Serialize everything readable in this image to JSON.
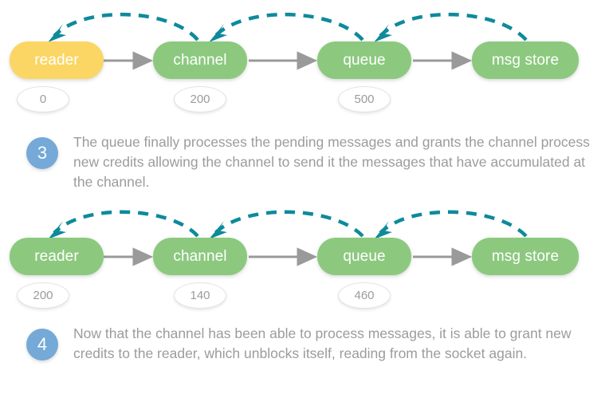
{
  "diagram": {
    "rows": [
      {
        "name": "state-after-step-2",
        "nodes": [
          {
            "label": "reader",
            "color": "#fbd664",
            "state": "blocked"
          },
          {
            "label": "channel",
            "color": "#8cc97f",
            "state": "active"
          },
          {
            "label": "queue",
            "color": "#8cc97f",
            "state": "active"
          },
          {
            "label": "msg store",
            "color": "#8cc97f",
            "state": "active"
          }
        ],
        "credits": [
          "0",
          "200",
          "500"
        ]
      },
      {
        "name": "state-after-step-3",
        "nodes": [
          {
            "label": "reader",
            "color": "#8cc97f",
            "state": "active"
          },
          {
            "label": "channel",
            "color": "#8cc97f",
            "state": "active"
          },
          {
            "label": "queue",
            "color": "#8cc97f",
            "state": "active"
          },
          {
            "label": "msg store",
            "color": "#8cc97f",
            "state": "active"
          }
        ],
        "credits": [
          "200",
          "140",
          "460"
        ]
      }
    ],
    "flow_arrow_color": "#9a9a9a",
    "credit_arrow_color": "#0e8a9b",
    "flow_arrow_name": "message-flow-arrow",
    "credit_arrow_name": "credit-grant-arrow"
  },
  "steps": [
    {
      "number": "3",
      "text": "The queue finally processes the pending messages and grants the channel process new credits allowing the channel to send it the messages that have accumulated at the channel.",
      "badge_color": "#74a9d8"
    },
    {
      "number": "4",
      "text": "Now that the channel has been able to process messages, it is able to grant new credits to the reader, which unblocks itself, reading from the socket again.",
      "badge_color": "#74a9d8"
    }
  ]
}
